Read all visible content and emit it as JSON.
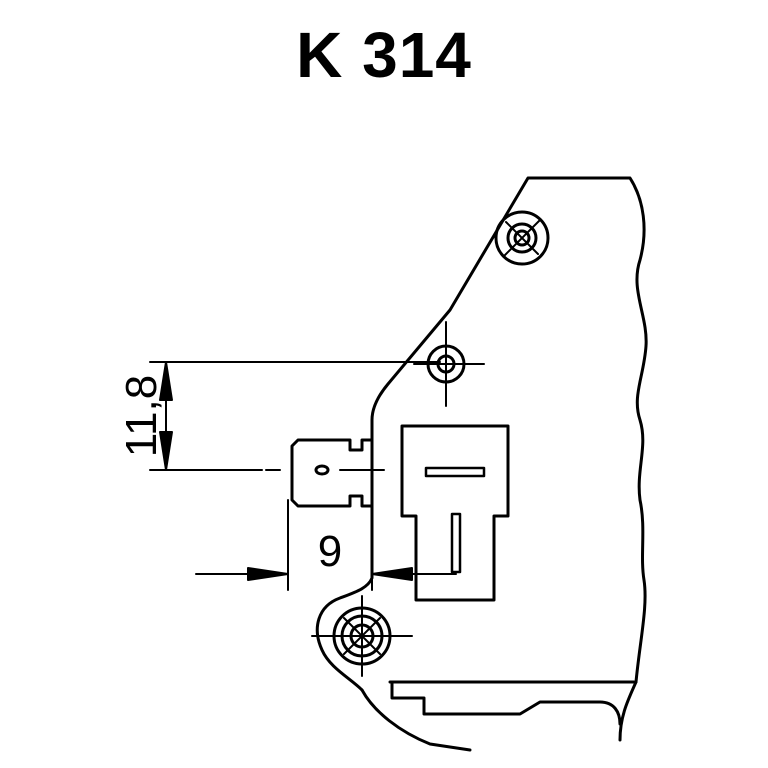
{
  "title": "K 314",
  "dimensions": {
    "vertical": "11,8",
    "horizontal": "9"
  },
  "colors": {
    "line": "#000000",
    "background": "#ffffff"
  }
}
